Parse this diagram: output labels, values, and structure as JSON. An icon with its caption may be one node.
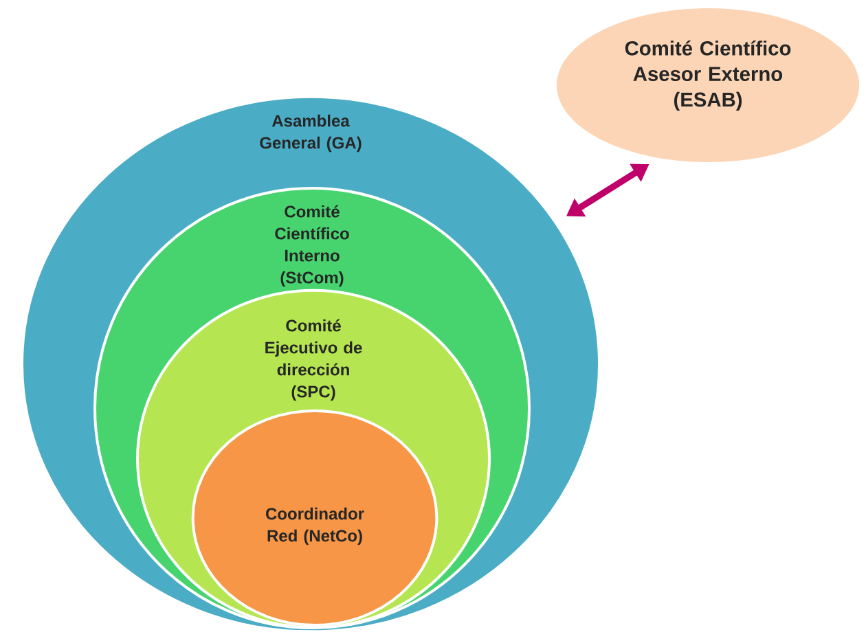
{
  "diagram": {
    "nodes": [
      {
        "text": [
          "Asamblea General (GA)"
        ]
      },
      {
        "text": [
          "Comité Científico Interno (StCom)"
        ],
        "in": 0
      },
      {
        "text": [
          "Comité Ejecutivo de dirección (SPC)"
        ],
        "in": 1
      },
      {
        "text": [
          "Coordinador Red (NetCo)"
        ],
        "in": 2
      },
      {
        "text": [
          "Comité Científico Asesor Externo (ESAB)"
        ]
      }
    ],
    "edges": [
      {
        "from": 4,
        "to": 0,
        "arrow": "both",
        "color": "#c0006a"
      }
    ]
  }
}
